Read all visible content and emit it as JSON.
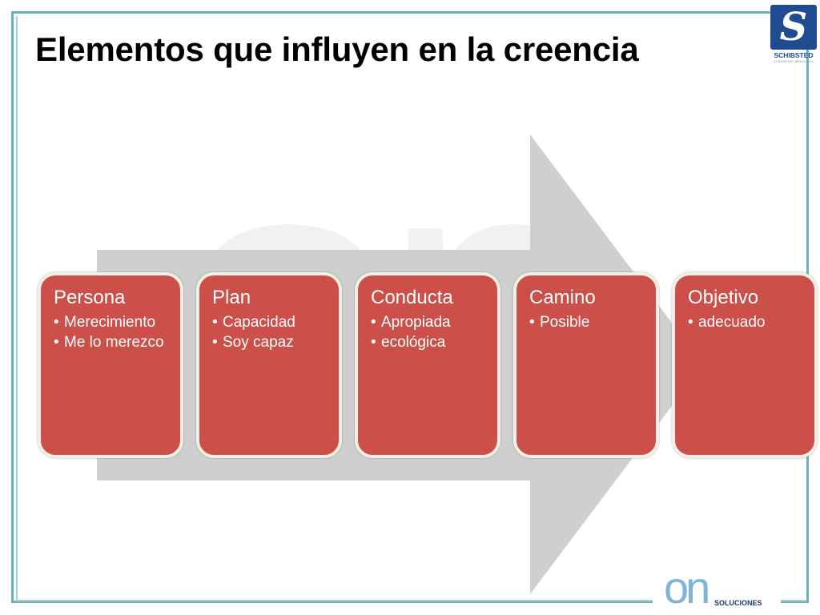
{
  "title": "Elementos que influyen en la creencia",
  "logo": {
    "name": "SCHIBSTED",
    "subtitle": "CLASSIFIED MEDIA SOL",
    "letter": "S"
  },
  "watermark": "on",
  "footer": {
    "mark": "on",
    "word": "SOLUCIONES"
  },
  "colors": {
    "card": "#cd4f49",
    "card_border": "#f2efe7",
    "arrow": "#cfcfcf",
    "frame": "#6bb3b9"
  },
  "steps": [
    {
      "title": "Persona",
      "items": [
        "Merecimiento",
        "Me lo merezco"
      ]
    },
    {
      "title": "Plan",
      "items": [
        "Capacidad",
        "Soy capaz"
      ]
    },
    {
      "title": "Conducta",
      "items": [
        "Apropiada",
        "ecológica"
      ]
    },
    {
      "title": "Camino",
      "items": [
        "Posible"
      ]
    },
    {
      "title": "Objetivo",
      "items": [
        "adecuado"
      ]
    }
  ]
}
